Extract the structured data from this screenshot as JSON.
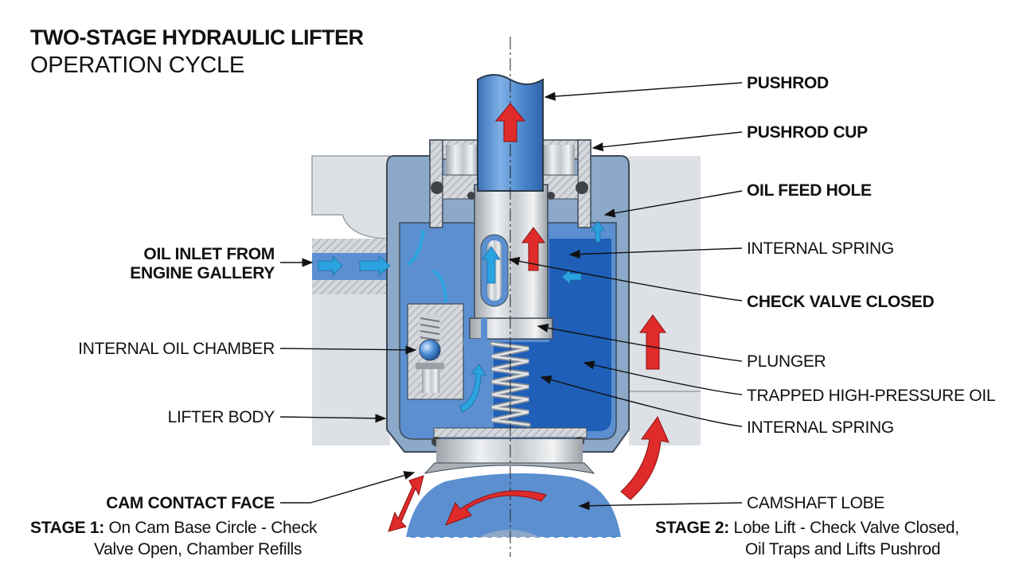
{
  "title": {
    "line1": "TWO-STAGE HYDRAULIC LIFTER",
    "line2": "OPERATION CYCLE"
  },
  "labels_right": [
    {
      "id": "pushrod",
      "text": "PUSHROD",
      "bold": true
    },
    {
      "id": "pushrod_cup",
      "text": "PUSHROD CUP",
      "bold": true
    },
    {
      "id": "oil_feed_hole",
      "text": "OIL FEED HOLE",
      "bold": true
    },
    {
      "id": "internal_spring_upper",
      "text": "INTERNAL SPRING",
      "bold": false
    },
    {
      "id": "check_valve_closed",
      "text": "CHECK VALVE CLOSED",
      "bold": true
    },
    {
      "id": "plunger",
      "text": "PLUNGER",
      "bold": false
    },
    {
      "id": "trapped_oil",
      "text": "TRAPPED HIGH-PRESSURE OIL",
      "bold": false
    },
    {
      "id": "internal_spring_lower",
      "text": "INTERNAL SPRING",
      "bold": false
    },
    {
      "id": "camshaft_lobe",
      "text": "CAMSHAFT LOBE",
      "bold": false
    }
  ],
  "labels_left": [
    {
      "id": "oil_inlet",
      "text_line1": "OIL INLET FROM",
      "text_line2": "ENGINE GALLERY",
      "bold": true
    },
    {
      "id": "internal_oil_chamber",
      "text": "INTERNAL OIL CHAMBER",
      "bold": false
    },
    {
      "id": "lifter_body",
      "text": "LIFTER BODY",
      "bold": false
    },
    {
      "id": "cam_contact_face",
      "text": "CAM CONTACT FACE",
      "bold": true
    }
  ],
  "stages": [
    {
      "label": "STAGE 1:",
      "line1": "On Cam Base Circle - Check",
      "line2": "Valve Open, Chamber Refills"
    },
    {
      "label": "STAGE 2:",
      "line1": "Lobe Lift - Check Valve Closed,",
      "line2": "Oil Traps and Lifts Pushrod"
    }
  ],
  "colors": {
    "oil_light": "#5b8fd0",
    "oil_dark": "#1f5fb8",
    "flow_arrow": "#2aa3e0",
    "motion_arrow": "#e02b2b",
    "steel": "#c9cdd2",
    "engine_block": "#dde1e6",
    "hatch": "#9aa0a6"
  }
}
